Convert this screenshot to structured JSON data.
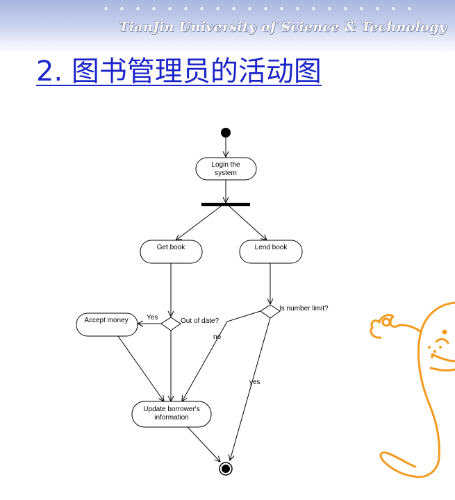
{
  "header": {
    "university": "TianJin University of Science & Technology",
    "title_number": "2.",
    "title_text": "图书管理员的活动图"
  },
  "diagram": {
    "nodes": {
      "login_line1": "Login the",
      "login_line2": "system",
      "get_book": "Get book",
      "lend_book": "Lend book",
      "accept_money": "Accept money",
      "update_line1": "Update borrower's",
      "update_line2": "information"
    },
    "guards": {
      "out_of_date": "Out of date?",
      "yes_left": "Yes",
      "number_limit": "Is number limit?",
      "no": "no",
      "yes_right": "yes"
    }
  },
  "colors": {
    "title": "#1c25c9",
    "mascot": "#f39a1e"
  }
}
